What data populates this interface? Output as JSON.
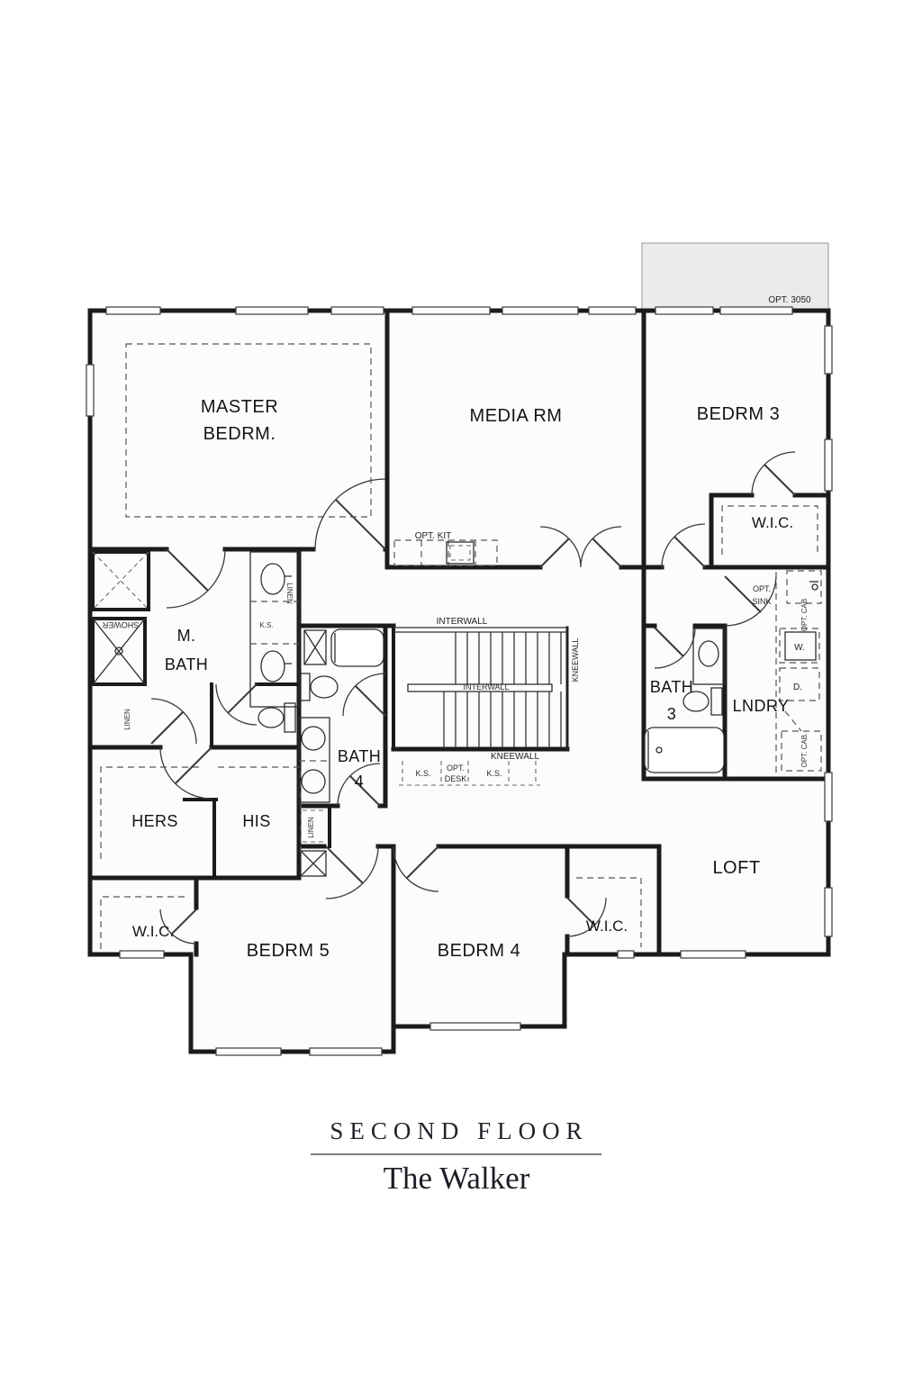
{
  "rooms": {
    "master_line1": "MASTER",
    "master_line2": "BEDRM.",
    "media": "MEDIA RM",
    "bedrm3": "BEDRM 3",
    "wic_bedrm3": "W.I.C.",
    "mbath_line1": "M.",
    "mbath_line2": "BATH",
    "bath4_line1": "BATH",
    "bath4_line2": "4",
    "bath3_line1": "BATH",
    "bath3_line2": "3",
    "lndry": "LNDRY",
    "hers": "HERS",
    "his": "HIS",
    "wic_left": "W.I.C.",
    "bedrm5": "BEDRM 5",
    "bedrm4": "BEDRM 4",
    "wic_bedrm4": "W.I.C.",
    "loft": "LOFT"
  },
  "annotations": {
    "opt_3050": "OPT. 3050",
    "opt_kit": "OPT. KIT",
    "shower": "SHOWER",
    "linen_mbath": "LINEN",
    "linen_master_vanity": "LINEN",
    "linen_bath4": "LINEN",
    "ks_master": "K.S.",
    "interwall_top": "INTERWALL",
    "interwall_mid": "INTERWALL",
    "kneewall_side": "KNEEWALL",
    "kneewall_bottom": "KNEEWALL",
    "ks_desk_left": "K.S.",
    "opt_desk_line1": "OPT.",
    "opt_desk_line2": "DESK",
    "ks_desk_right": "K.S.",
    "opt_sink_line1": "OPT.",
    "opt_sink_line2": "SINK",
    "opt_cab_upper": "OPT. CAB",
    "washer": "W.",
    "dryer": "D.",
    "opt_cab_lower": "OPT. CAB."
  },
  "title": {
    "floor_label": "SECOND FLOOR",
    "plan_name": "The Walker"
  },
  "colors": {
    "wall_line": "#1b1b1b",
    "paper": "#ffffff",
    "optional_area_fill": "#ebebe9",
    "title_text": "#23232b"
  }
}
